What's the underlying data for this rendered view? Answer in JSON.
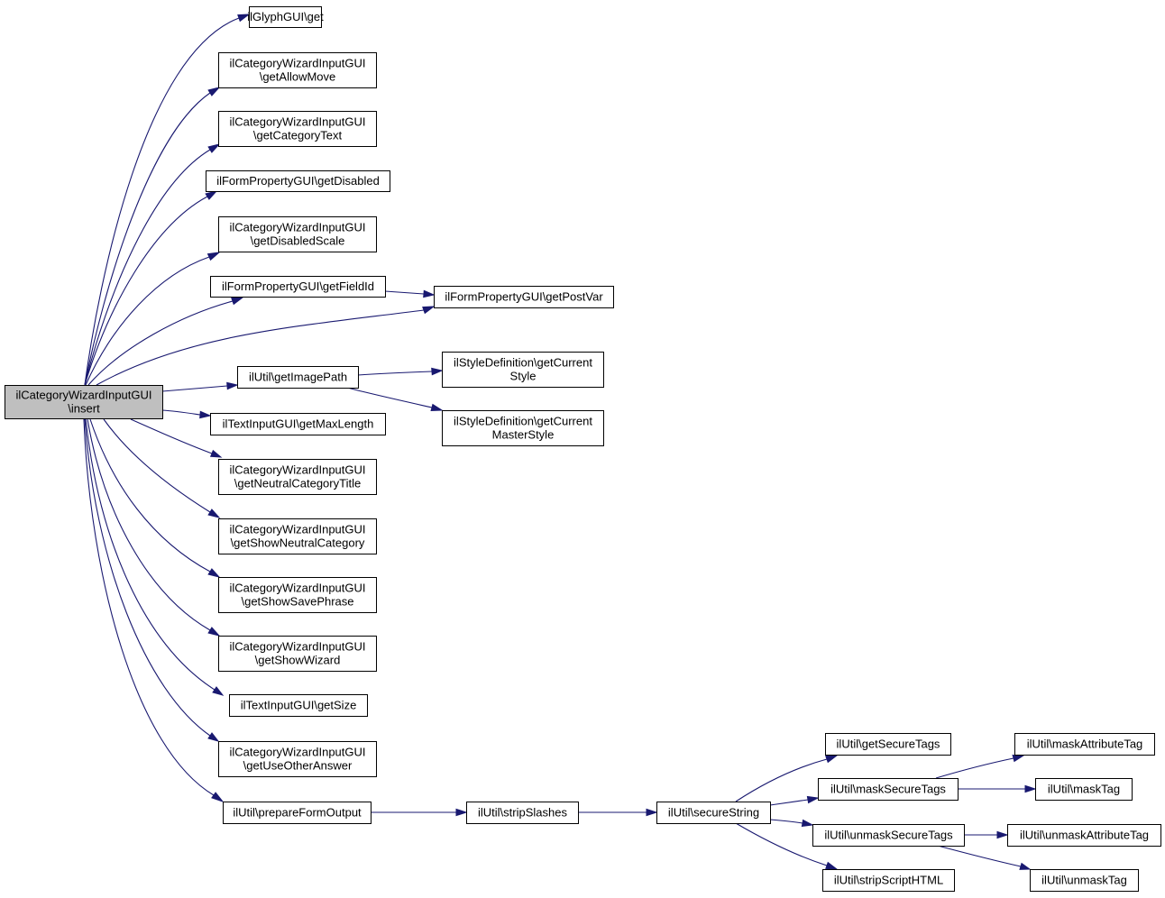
{
  "diagram": {
    "type": "call-graph",
    "root": "insert",
    "colors": {
      "edge": "#191970",
      "node_border": "#000000",
      "node_fill": "#ffffff",
      "root_fill": "#bfbfbf"
    },
    "nodes": [
      {
        "id": "insert",
        "lines": [
          "ilCategoryWizardInputGUI",
          "\\insert"
        ],
        "root": true
      },
      {
        "id": "glyph_get",
        "lines": [
          "ilGlyphGUI\\get"
        ]
      },
      {
        "id": "getAllowMove",
        "lines": [
          "ilCategoryWizardInputGUI",
          "\\getAllowMove"
        ]
      },
      {
        "id": "getCategoryText",
        "lines": [
          "ilCategoryWizardInputGUI",
          "\\getCategoryText"
        ]
      },
      {
        "id": "getDisabled",
        "lines": [
          "ilFormPropertyGUI\\getDisabled"
        ]
      },
      {
        "id": "getDisabledScale",
        "lines": [
          "ilCategoryWizardInputGUI",
          "\\getDisabledScale"
        ]
      },
      {
        "id": "getFieldId",
        "lines": [
          "ilFormPropertyGUI\\getFieldId"
        ]
      },
      {
        "id": "getPostVar",
        "lines": [
          "ilFormPropertyGUI\\getPostVar"
        ]
      },
      {
        "id": "getImagePath",
        "lines": [
          "ilUtil\\getImagePath"
        ]
      },
      {
        "id": "getCurrentStyle",
        "lines": [
          "ilStyleDefinition\\getCurrent",
          "Style"
        ]
      },
      {
        "id": "getCurrentMasterStyle",
        "lines": [
          "ilStyleDefinition\\getCurrent",
          "MasterStyle"
        ]
      },
      {
        "id": "getMaxLength",
        "lines": [
          "ilTextInputGUI\\getMaxLength"
        ]
      },
      {
        "id": "getNeutralCategoryTitle",
        "lines": [
          "ilCategoryWizardInputGUI",
          "\\getNeutralCategoryTitle"
        ]
      },
      {
        "id": "getShowNeutralCategory",
        "lines": [
          "ilCategoryWizardInputGUI",
          "\\getShowNeutralCategory"
        ]
      },
      {
        "id": "getShowSavePhrase",
        "lines": [
          "ilCategoryWizardInputGUI",
          "\\getShowSavePhrase"
        ]
      },
      {
        "id": "getShowWizard",
        "lines": [
          "ilCategoryWizardInputGUI",
          "\\getShowWizard"
        ]
      },
      {
        "id": "getSize",
        "lines": [
          "ilTextInputGUI\\getSize"
        ]
      },
      {
        "id": "getUseOtherAnswer",
        "lines": [
          "ilCategoryWizardInputGUI",
          "\\getUseOtherAnswer"
        ]
      },
      {
        "id": "prepareFormOutput",
        "lines": [
          "ilUtil\\prepareFormOutput"
        ]
      },
      {
        "id": "stripSlashes",
        "lines": [
          "ilUtil\\stripSlashes"
        ]
      },
      {
        "id": "secureString",
        "lines": [
          "ilUtil\\secureString"
        ]
      },
      {
        "id": "getSecureTags",
        "lines": [
          "ilUtil\\getSecureTags"
        ]
      },
      {
        "id": "maskSecureTags",
        "lines": [
          "ilUtil\\maskSecureTags"
        ]
      },
      {
        "id": "unmaskSecureTags",
        "lines": [
          "ilUtil\\unmaskSecureTags"
        ]
      },
      {
        "id": "stripScriptHTML",
        "lines": [
          "ilUtil\\stripScriptHTML"
        ]
      },
      {
        "id": "maskAttributeTag",
        "lines": [
          "ilUtil\\maskAttributeTag"
        ]
      },
      {
        "id": "maskTag",
        "lines": [
          "ilUtil\\maskTag"
        ]
      },
      {
        "id": "unmaskAttributeTag",
        "lines": [
          "ilUtil\\unmaskAttributeTag"
        ]
      },
      {
        "id": "unmaskTag",
        "lines": [
          "ilUtil\\unmaskTag"
        ]
      }
    ],
    "edges": [
      {
        "from": "insert",
        "to": "glyph_get"
      },
      {
        "from": "insert",
        "to": "getAllowMove"
      },
      {
        "from": "insert",
        "to": "getCategoryText"
      },
      {
        "from": "insert",
        "to": "getDisabled"
      },
      {
        "from": "insert",
        "to": "getDisabledScale"
      },
      {
        "from": "insert",
        "to": "getFieldId"
      },
      {
        "from": "insert",
        "to": "getPostVar"
      },
      {
        "from": "insert",
        "to": "getImagePath"
      },
      {
        "from": "insert",
        "to": "getMaxLength"
      },
      {
        "from": "insert",
        "to": "getNeutralCategoryTitle"
      },
      {
        "from": "insert",
        "to": "getShowNeutralCategory"
      },
      {
        "from": "insert",
        "to": "getShowSavePhrase"
      },
      {
        "from": "insert",
        "to": "getShowWizard"
      },
      {
        "from": "insert",
        "to": "getSize"
      },
      {
        "from": "insert",
        "to": "getUseOtherAnswer"
      },
      {
        "from": "insert",
        "to": "prepareFormOutput"
      },
      {
        "from": "getFieldId",
        "to": "getPostVar"
      },
      {
        "from": "getImagePath",
        "to": "getCurrentStyle"
      },
      {
        "from": "getImagePath",
        "to": "getCurrentMasterStyle"
      },
      {
        "from": "prepareFormOutput",
        "to": "stripSlashes"
      },
      {
        "from": "stripSlashes",
        "to": "secureString"
      },
      {
        "from": "secureString",
        "to": "getSecureTags"
      },
      {
        "from": "secureString",
        "to": "maskSecureTags"
      },
      {
        "from": "secureString",
        "to": "unmaskSecureTags"
      },
      {
        "from": "secureString",
        "to": "stripScriptHTML"
      },
      {
        "from": "maskSecureTags",
        "to": "maskAttributeTag"
      },
      {
        "from": "maskSecureTags",
        "to": "maskTag"
      },
      {
        "from": "unmaskSecureTags",
        "to": "unmaskAttributeTag"
      },
      {
        "from": "unmaskSecureTags",
        "to": "unmaskTag"
      }
    ]
  }
}
